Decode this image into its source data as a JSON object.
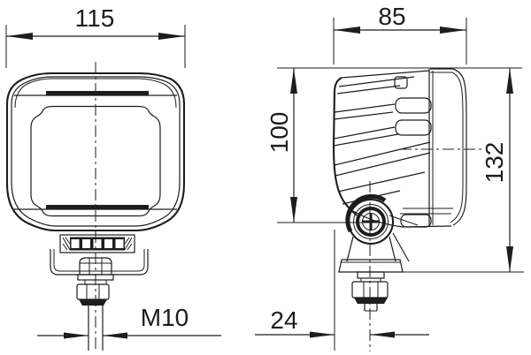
{
  "drawing": {
    "type": "technical-dimension-drawing",
    "subject": "work-lamp-two-view-drawing",
    "background_color": "#ffffff",
    "line_color": "#1d1d1d",
    "views": {
      "front_view": "lamp-front-with-mounting-stud",
      "side_view": "lamp-side-with-cooling-fins-and-pivot-bracket"
    },
    "dimensions": {
      "front_width": "115",
      "side_depth": "85",
      "top_to_pivot_height": "100",
      "total_height": "132",
      "thread_size": "M10",
      "pivot_offset": "24"
    }
  }
}
